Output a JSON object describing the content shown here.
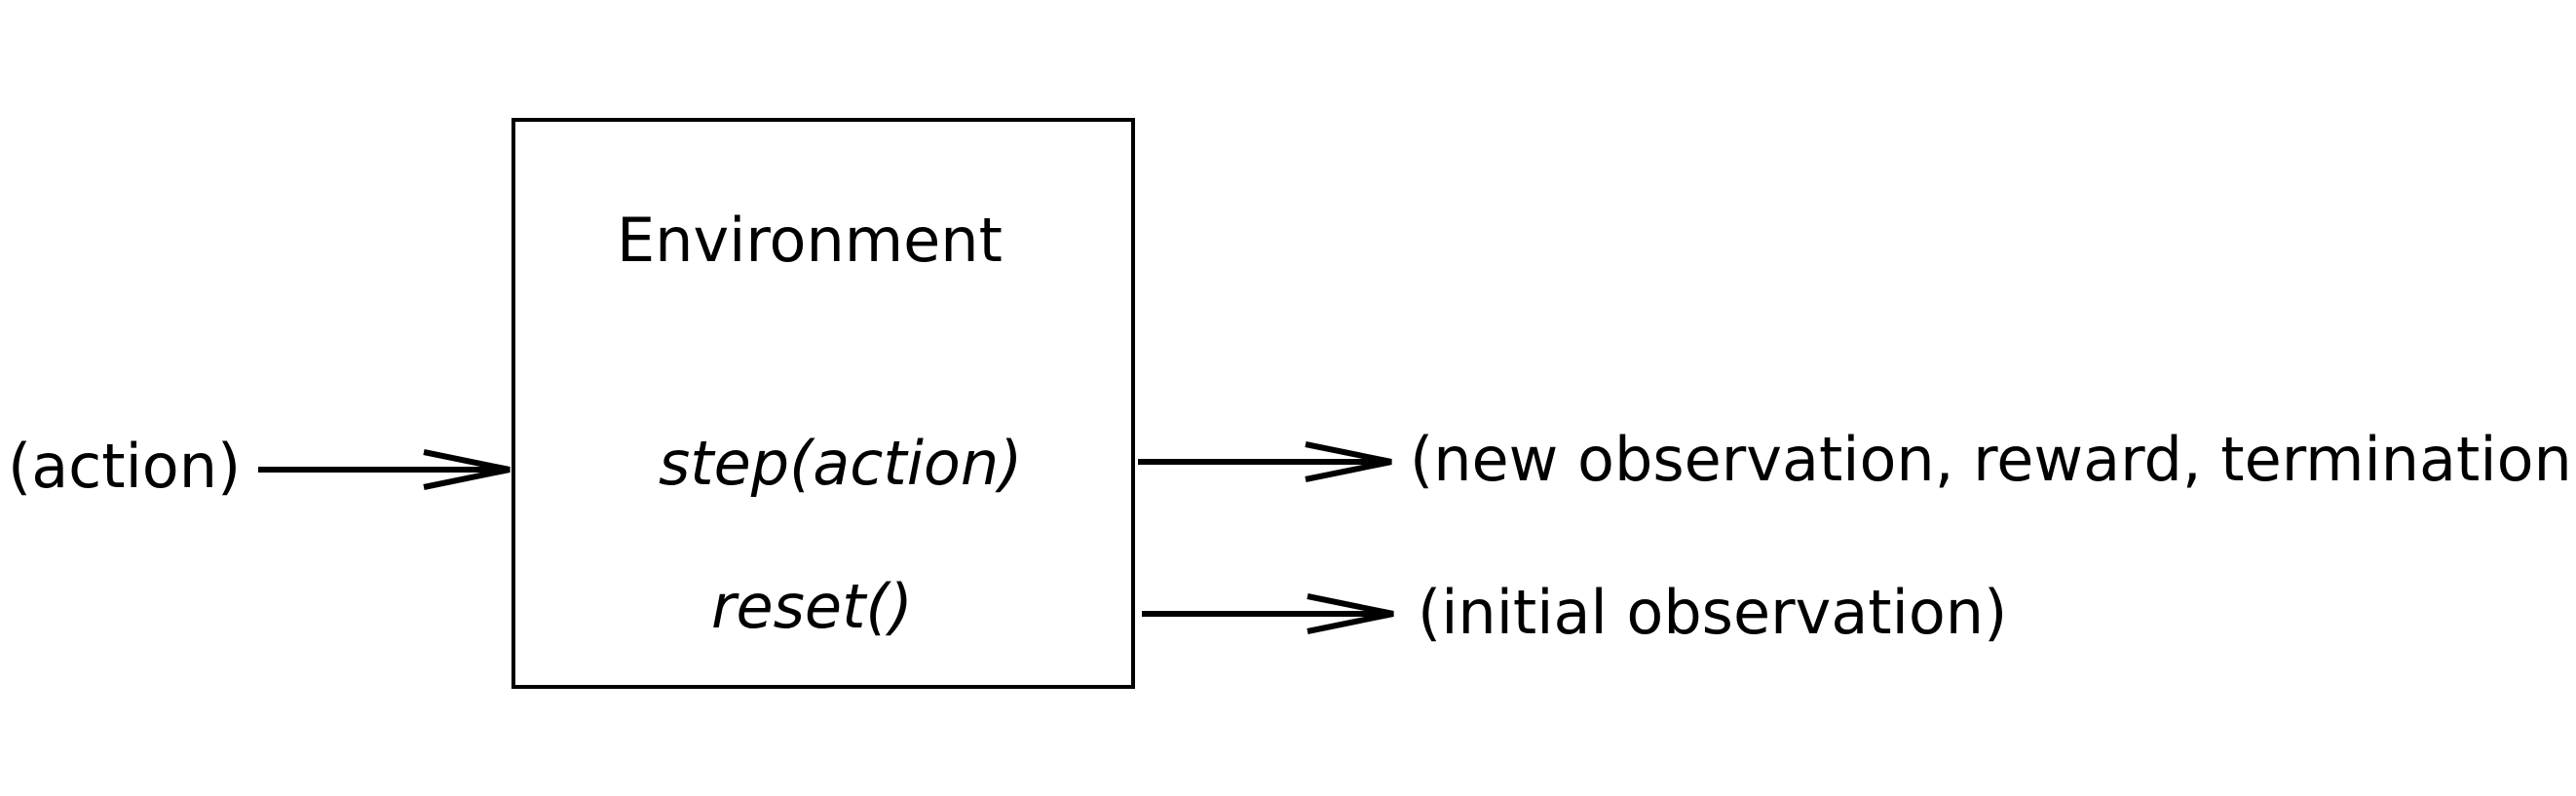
{
  "diagram": {
    "box_title": "Environment",
    "methods": {
      "step": "step(action)",
      "reset": "reset()"
    },
    "inputs": {
      "action": "(action)"
    },
    "outputs": {
      "step_result": "(new observation, reward, termination)",
      "reset_result": "(initial observation)"
    },
    "stroke_color": "#000000",
    "background_color": "#ffffff"
  }
}
